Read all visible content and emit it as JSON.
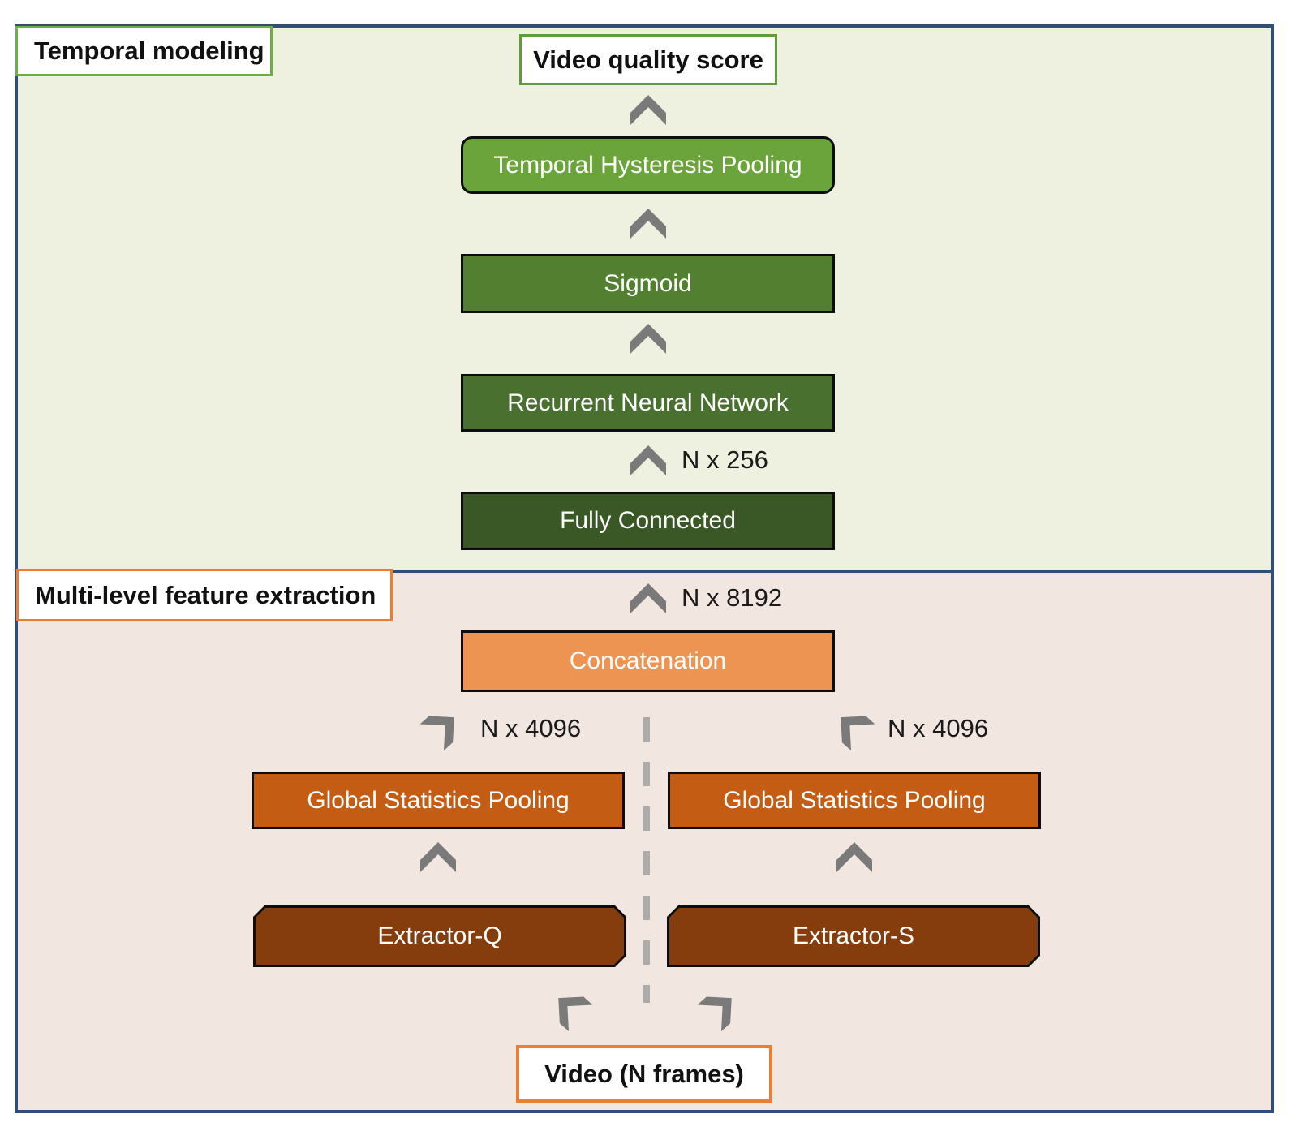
{
  "sections": {
    "temporal": {
      "label": "Temporal modeling"
    },
    "features": {
      "label": "Multi-level feature extraction"
    }
  },
  "nodes": {
    "video_quality_score": "Video quality score",
    "temporal_hysteresis_pooling": "Temporal Hysteresis Pooling",
    "sigmoid": "Sigmoid",
    "recurrent_neural_network": "Recurrent Neural Network",
    "fully_connected": "Fully Connected",
    "concatenation": "Concatenation",
    "global_statistics_pooling_left": "Global Statistics Pooling",
    "global_statistics_pooling_right": "Global Statistics Pooling",
    "extractor_q": "Extractor-Q",
    "extractor_s": "Extractor-S",
    "video_input": "Video (N frames)"
  },
  "annotations": {
    "fc_to_rnn": "N x 256",
    "concat_to_fc": "N x 8192",
    "gsp_left_to_concat": "N x 4096",
    "gsp_right_to_concat": "N x 4096"
  },
  "colors": {
    "frame_border": "#2F4E7E",
    "temporal_section_bg": "#EEF1E0",
    "features_section_bg": "#F2E6E1",
    "green_label_border": "#70AD47",
    "orange_label_border": "#ED7D31",
    "temporal_hysteresis_pooling_fill": "#6BA43A",
    "sigmoid_fill": "#527F30",
    "recurrent_neural_network_fill": "#4A7030",
    "fully_connected_fill": "#3A5825",
    "concatenation_fill": "#ED9452",
    "global_statistics_pooling_fill": "#C55C13",
    "extractor_fill": "#853D0D",
    "arrow_gray": "#7A7A7A",
    "dashed_line_gray": "#ABABAB",
    "node_border": "#0D0D0D"
  }
}
